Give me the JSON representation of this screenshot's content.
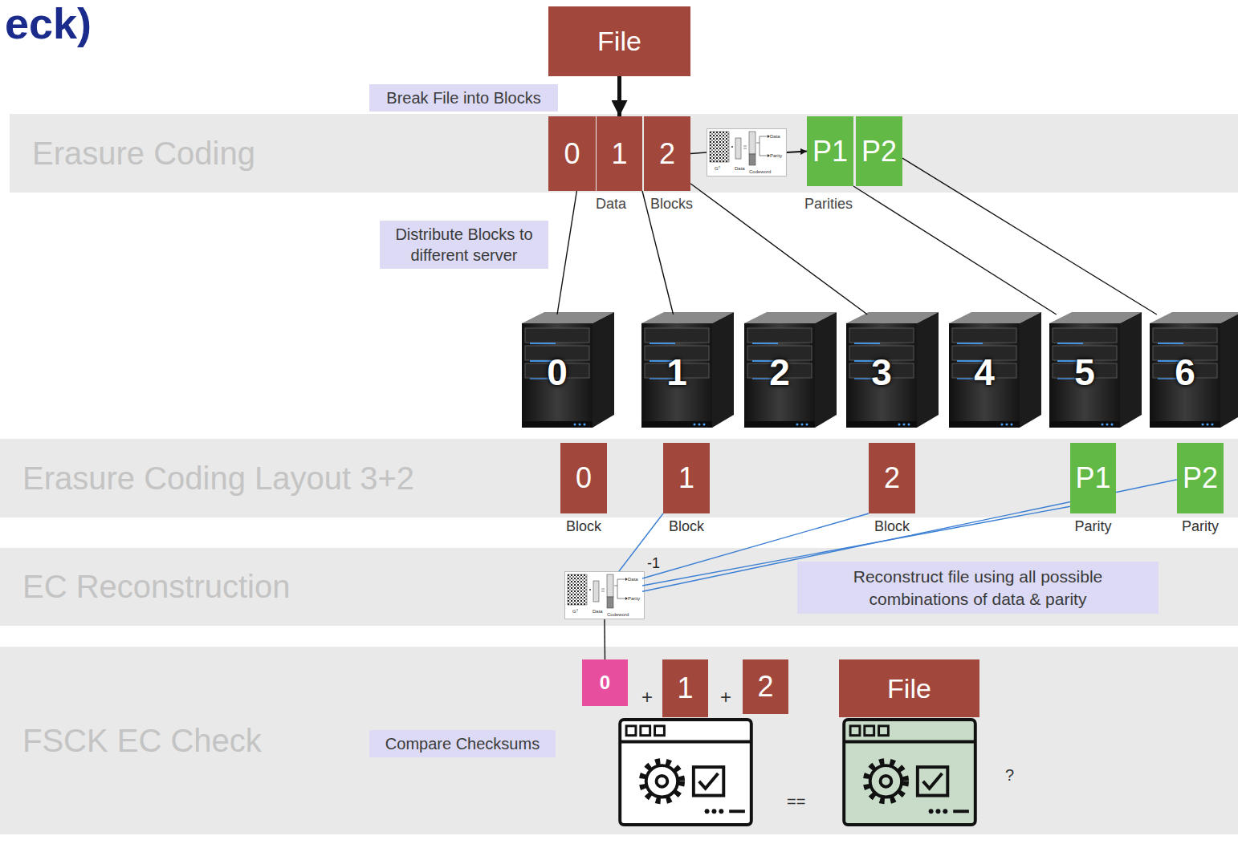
{
  "diagram": {
    "nodes": [
      {
        "text": [
          "File"
        ]
      },
      {
        "text": [
          "Break File into Blocks"
        ]
      },
      {
        "text": [
          "Erasure Coding"
        ]
      },
      {
        "text": [
          "0"
        ],
        "in": 2
      },
      {
        "text": [
          "1"
        ],
        "in": 2
      },
      {
        "text": [
          "2"
        ],
        "in": 2
      },
      {
        "text": [
          "Gᵀ",
          "Data",
          "Codeword",
          "Data",
          "Parity"
        ],
        "in": 2
      },
      {
        "text": [
          "P1"
        ],
        "in": 2
      },
      {
        "text": [
          "P2"
        ],
        "in": 2
      },
      {
        "text": [
          "Distribute Blocks to different server"
        ]
      },
      {
        "text": [
          "0"
        ]
      },
      {
        "text": [
          "1"
        ]
      },
      {
        "text": [
          "2"
        ]
      },
      {
        "text": [
          "3"
        ]
      },
      {
        "text": [
          "4"
        ]
      },
      {
        "text": [
          "5"
        ]
      },
      {
        "text": [
          "6"
        ]
      },
      {
        "text": [
          "Erasure Coding Layout 3+2"
        ]
      },
      {
        "text": [
          "0",
          "Block"
        ],
        "in": 17
      },
      {
        "text": [
          "1",
          "Block"
        ],
        "in": 17
      },
      {
        "text": [
          "2",
          "Block"
        ],
        "in": 17
      },
      {
        "text": [
          "P1",
          "Parity"
        ],
        "in": 17
      },
      {
        "text": [
          "P2",
          "Parity"
        ],
        "in": 17
      },
      {
        "text": [
          "EC Reconstruction"
        ]
      },
      {
        "text": [
          "Gᵀ",
          "Data",
          "Codeword",
          "Data",
          "Parity"
        ],
        "in": 23
      },
      {
        "text": [
          "Reconstruct file using all possible combinations of data & parity"
        ],
        "in": 23
      },
      {
        "text": [
          "FSCK EC Check"
        ]
      },
      {
        "text": [
          "Compare Checksums"
        ],
        "in": 26
      },
      {
        "text": [
          "0"
        ],
        "in": 26
      },
      {
        "text": [
          "1"
        ],
        "in": 26
      },
      {
        "text": [
          "2"
        ],
        "in": 26
      },
      {
        "text": [
          "File"
        ],
        "in": 26
      }
    ],
    "edges": [
      {
        "from": 0,
        "to": 4,
        "arrow": "to"
      },
      {
        "from": 3,
        "to": 10,
        "arrow": "none"
      },
      {
        "from": 4,
        "to": 11,
        "arrow": "none"
      },
      {
        "from": 5,
        "to": 13,
        "arrow": "none"
      },
      {
        "from": 7,
        "to": 15,
        "arrow": "none"
      },
      {
        "from": 8,
        "to": 16,
        "arrow": "none"
      },
      {
        "from": 5,
        "to": 6,
        "arrow": "none"
      },
      {
        "from": 6,
        "to": 7,
        "arrow": "to"
      },
      {
        "from": 19,
        "to": 24,
        "arrow": "none"
      },
      {
        "from": 20,
        "to": 24,
        "arrow": "none"
      },
      {
        "from": 21,
        "to": 24,
        "arrow": "none"
      },
      {
        "from": 22,
        "to": 24,
        "arrow": "none"
      },
      {
        "from": 24,
        "to": 28,
        "arrow": "none"
      }
    ],
    "labels": [
      "eck)",
      "Data",
      "Blocks",
      "Parities",
      "-1",
      "+",
      "+",
      "==",
      "?"
    ]
  }
}
